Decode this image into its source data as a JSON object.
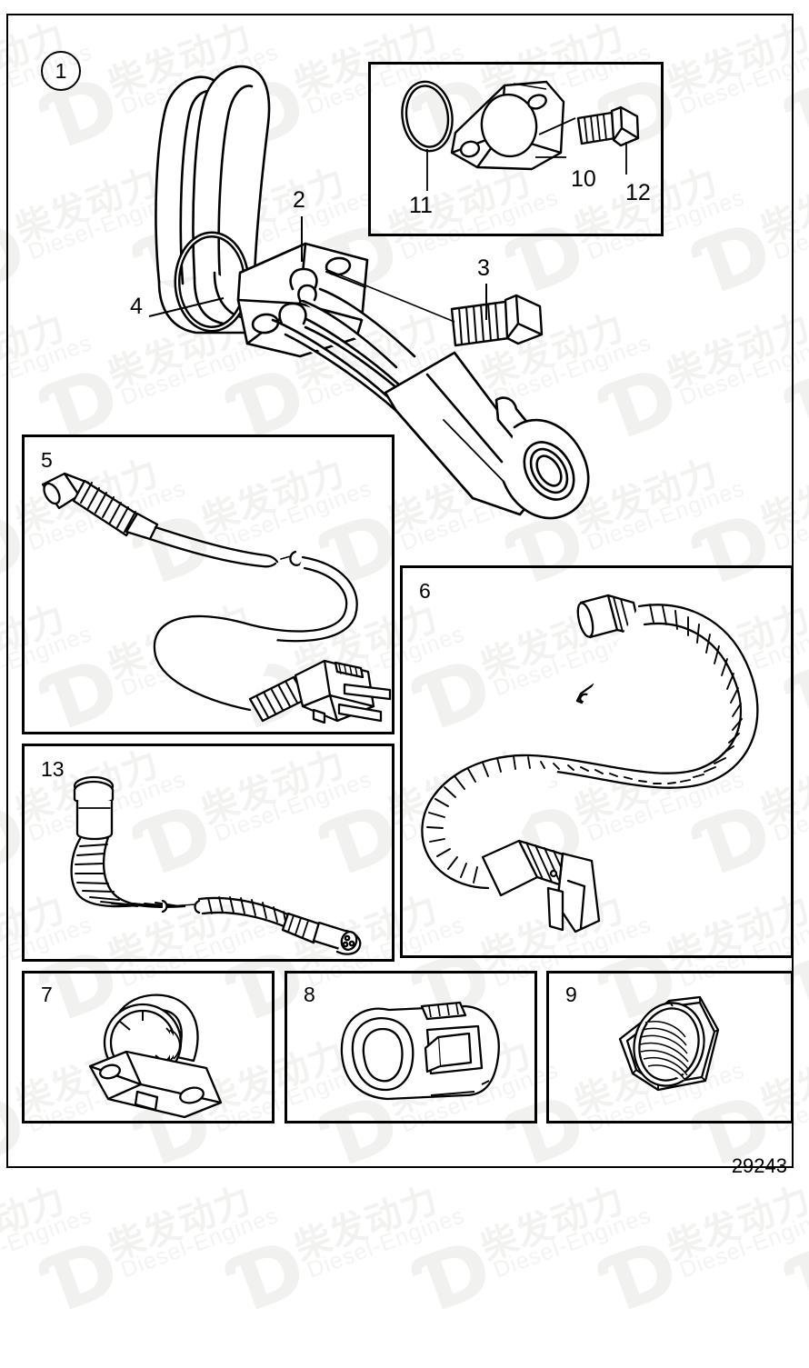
{
  "document": {
    "type": "spare-parts-exploded-diagram",
    "reference_number": "29243",
    "assembly_label": "1",
    "background_color": "#ffffff",
    "line_color": "#000000"
  },
  "watermark": {
    "chinese_text": "柴发动力",
    "latin_text": "Diesel-Engines",
    "logo_glyph": "Ɗ",
    "color": "#f1f1ef"
  },
  "callouts": [
    {
      "id": "2",
      "label": "2"
    },
    {
      "id": "3",
      "label": "3"
    },
    {
      "id": "4",
      "label": "4"
    },
    {
      "id": "10",
      "label": "10"
    },
    {
      "id": "11",
      "label": "11"
    },
    {
      "id": "12",
      "label": "12"
    }
  ],
  "panels": [
    {
      "id": "inset-10-12",
      "number": "",
      "contents": "flange housing, o-ring and flange bolt"
    },
    {
      "id": "panel-5",
      "number": "5",
      "contents": "power cord with earthed european plug"
    },
    {
      "id": "panel-6",
      "number": "6",
      "contents": "coiled connection cable with terminal eye"
    },
    {
      "id": "panel-13",
      "number": "13",
      "contents": "extension cable, spiral sheathed"
    },
    {
      "id": "panel-7",
      "number": "7",
      "contents": "mounting bracket clamp"
    },
    {
      "id": "panel-8",
      "number": "8",
      "contents": "retaining clip shell"
    },
    {
      "id": "panel-9",
      "number": "9",
      "contents": "hexagonal lock nut"
    }
  ]
}
